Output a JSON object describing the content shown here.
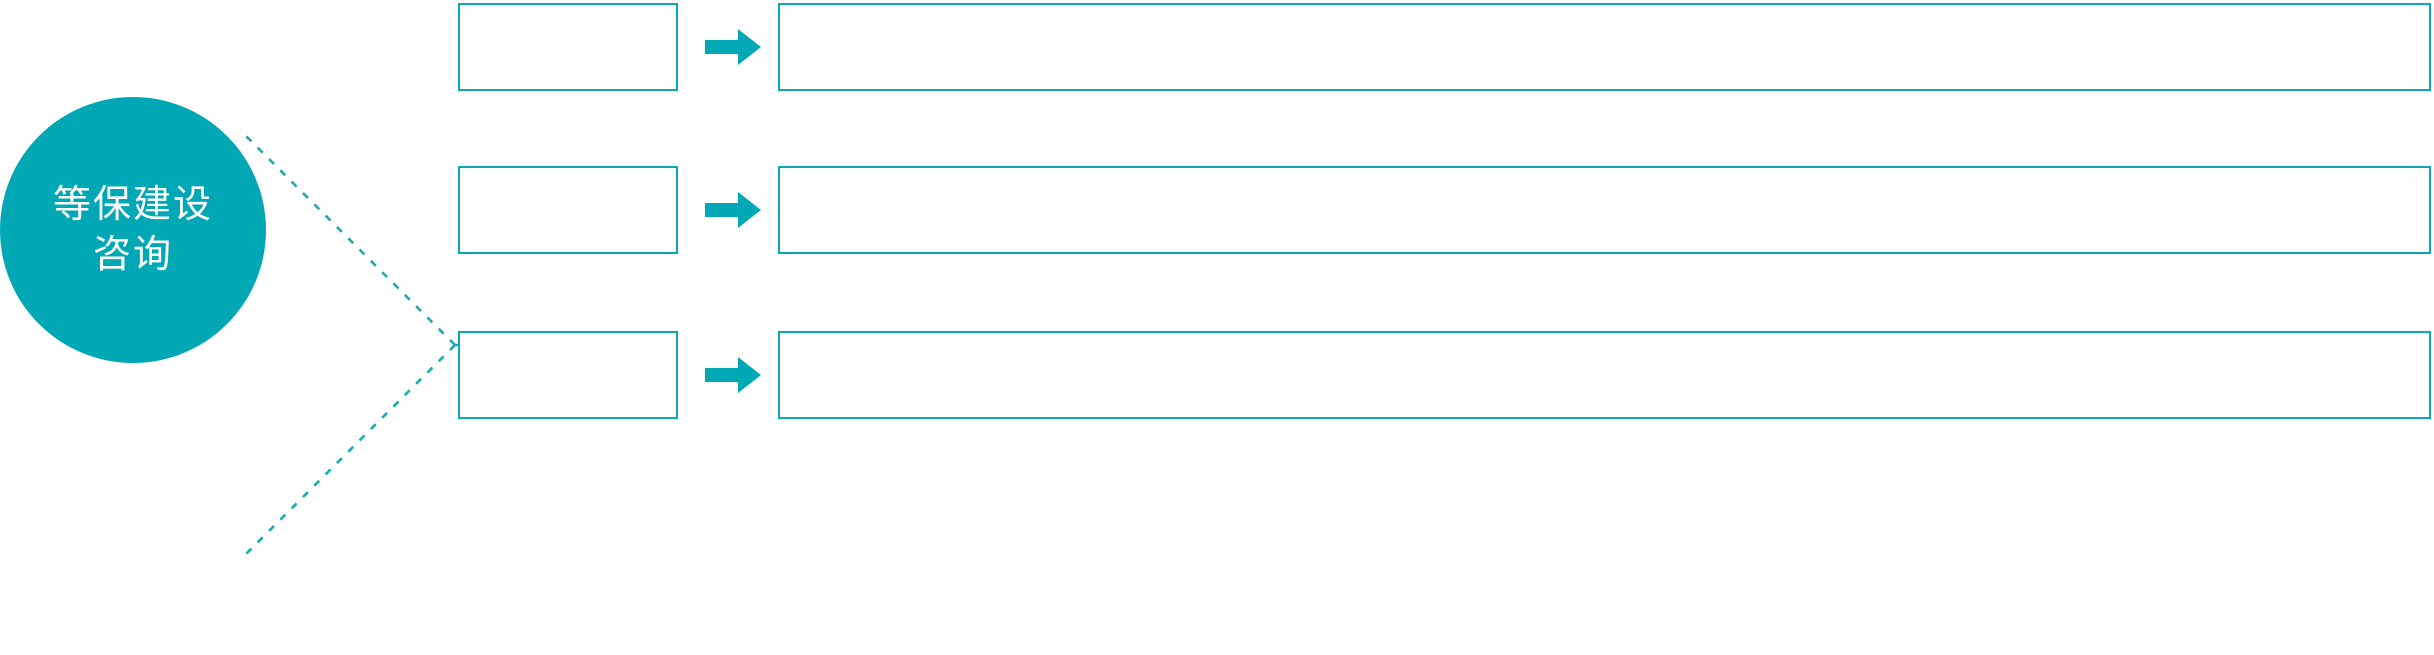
{
  "colors": {
    "accent": "#00a8b5",
    "outline": "#0aa7b4",
    "arrow": "#00a8b5",
    "hub_text": "#ffffff",
    "background": "#ffffff"
  },
  "hub": {
    "label": "等保建设\n咨询",
    "line_1": "等保建设",
    "line_2": "咨询",
    "shape": "circle"
  },
  "connector": {
    "style": "dotted",
    "icon": "fan-connector-lines",
    "branch_count": 3
  },
  "rows": [
    {
      "id": "row-1",
      "stage_label": "",
      "arrow_icon": "arrow-right-icon",
      "detail_label": ""
    },
    {
      "id": "row-2",
      "stage_label": "",
      "arrow_icon": "arrow-right-icon",
      "detail_label": ""
    },
    {
      "id": "row-3",
      "stage_label": "",
      "arrow_icon": "arrow-right-icon",
      "detail_label": ""
    }
  ]
}
